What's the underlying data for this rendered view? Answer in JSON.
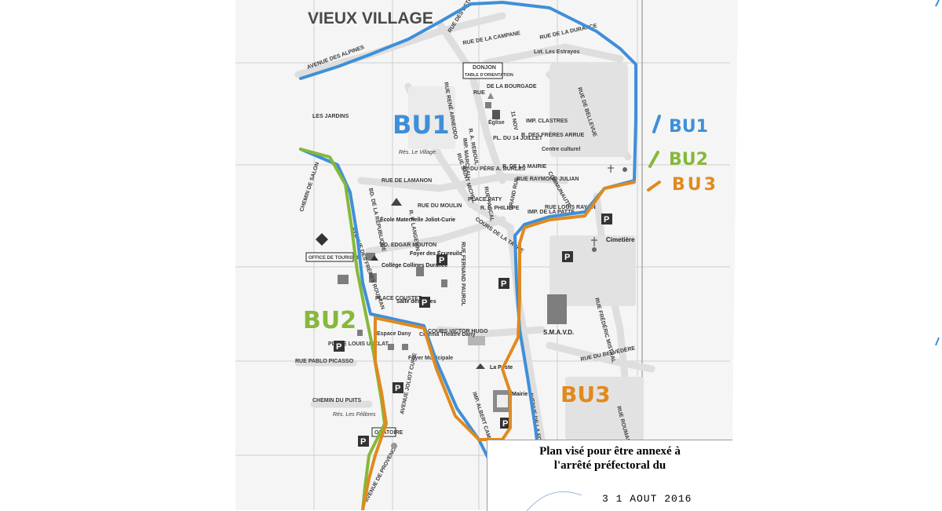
{
  "map": {
    "title": "VIEUX VILLAGE",
    "zones": [
      {
        "label": "BU1",
        "color": "#3f8fd8"
      },
      {
        "label": "BU2",
        "color": "#86b83a"
      },
      {
        "label": "BU3",
        "color": "#e08a1e"
      }
    ],
    "zone_labels_on_map": {
      "bu1": "BU1",
      "bu2": "BU2",
      "bu3": "BU3"
    },
    "legend": [
      {
        "label": "BU1",
        "color": "#3f8fd8"
      },
      {
        "label": "BU2",
        "color": "#86b83a"
      },
      {
        "label": "BU3",
        "color": "#e08a1e"
      }
    ],
    "streets": {
      "ave_alpines": "AVENUE DES ALPINES",
      "rue_estrayas": "RUE DES ESTRAYAS",
      "rue_campane": "RUE DE LA CAMPANE",
      "rue_durance": "RUE DE LA DURANCE",
      "lot_estrayos": "Lot. Les Estrayos",
      "donjon": "DONJON",
      "table_orientation": "TABLE D'ORIENTATION",
      "rue_bourgade": "DE LA BOURGADE",
      "rue_rene": "RUE RENÉ ARNEODO",
      "rue_label": "RUE",
      "rue_bellevue": "RUE DE BELLEVUE",
      "imp_clastres": "IMP. CLASTRES",
      "rue_freres": "R. DES FRÈRES ARRUE",
      "les_jardins": "LES JARDINS",
      "res_village": "Rés. Le Village",
      "eglise": "Église",
      "reboul": "R. A. REBOUL",
      "pl14": "PL. DU 14 JUILLET",
      "onze_nov": "11 NOV",
      "centre": "Centre culturel",
      "imp_marceau": "IMP. MARCEAU",
      "rue_lamanon": "RUE DE LAMANON",
      "rue_st_michel": "RUE SAINT MICHEL",
      "rue_mairie": "R. DE LA MAIRIE",
      "pere_burles": "R. DU PÈRE A. BURLES",
      "raymond": "RUE RAYMOND JULIAN",
      "commaute": "COMMUNAUTE",
      "chemin_salon": "CHEMIN DE SALON",
      "bd_republique": "BD. DE LA RÉPUBLIQUE",
      "rue_moulin": "RUE DU MOULIN",
      "rue_pascal": "RUE PASCAL",
      "place_paty": "PLACE PATY",
      "ruelle_philippe": "R. E. PHILIPPE",
      "rue_louis_rayon": "RUE LOUIS RAYON",
      "langevin": "R. P. LANGEVIN",
      "ecole": "École Maternelle Joliot-Curie",
      "bd_edgar": "BD. EDGAR MOUTON",
      "cours_tache": "COURS DE LA TACHE",
      "grand_rue": "GRAND RUE",
      "imp_patte": "IMP. DE LA PATTE",
      "cimetiere": "Cimetière",
      "office": "OFFICE DE TOURISME",
      "freres_roustan": "AVENUE DES FRÈRES ROUSTAN",
      "college": "Collège Collines Durance",
      "foyer": "Foyer des Écureuils",
      "fernand": "RUE FERNAND PAUROL",
      "place_coustet": "PLACE COUSTET",
      "salle": "Salle des Fêtes",
      "cours_hugo": "COURS VICTOR HUGO",
      "smavd": "S.M.A.V.D.",
      "frederic": "RUE FRÉDÉRIC MISTRAL",
      "espace_dany": "Espace Dany",
      "cinema": "Cinéma Théâtre Dany",
      "place_louis": "PLACE LOUIS USCLAT",
      "poste": "La Poste",
      "belvedere": "RUE DU BELVÉDÈRE",
      "pablo": "RUE PABLO PICASSO",
      "foyer_muni": "Foyer Municipale",
      "joliot": "AVENUE JOLIOT CURIE",
      "chemin_puits": "CHEMIN DU PUITS",
      "mairie": "Mairie",
      "fontaine": "AVENUE DE LA FONTAINE",
      "albert": "IMP. ALBERT CAMUS",
      "roumanille": "RUE ROUMANILLE",
      "res_felibres": "Rés. Les Félibres",
      "oratoire": "ORATOIRE",
      "av_provence": "AVENUE DE PROVENCE"
    },
    "parking_symbol": "P"
  },
  "stamp": {
    "line1": "Plan visé pour être annexé à",
    "line2": "l'arrêté préfectoral du",
    "date": "3 1 AOUT 2016"
  }
}
